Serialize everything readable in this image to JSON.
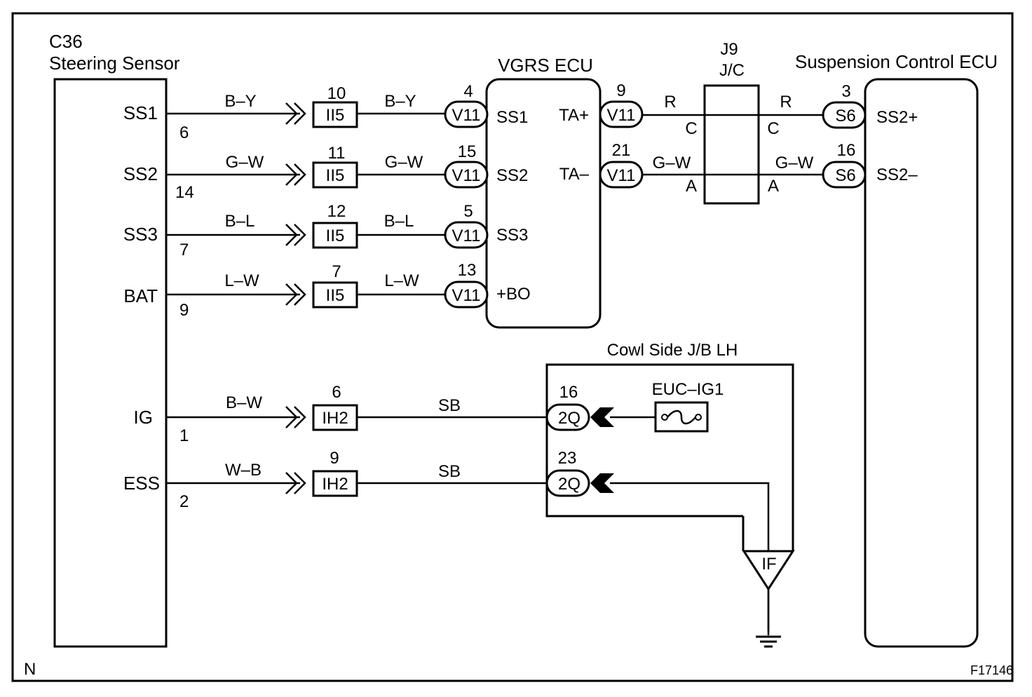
{
  "corner_label": "N",
  "figure_code": "F17146",
  "steering_sensor": {
    "code": "C36",
    "name": "Steering Sensor",
    "pins": [
      {
        "label": "SS1",
        "number": "6"
      },
      {
        "label": "SS2",
        "number": "14"
      },
      {
        "label": "SS3",
        "number": "7"
      },
      {
        "label": "BAT",
        "number": "9"
      },
      {
        "label": "IG",
        "number": "1"
      },
      {
        "label": "ESS",
        "number": "2"
      }
    ]
  },
  "sensor_wires": [
    {
      "color_code": "B–Y",
      "connector": "II5",
      "connector_pin": "10",
      "color_code_out": "B–Y"
    },
    {
      "color_code": "G–W",
      "connector": "II5",
      "connector_pin": "11",
      "color_code_out": "G–W"
    },
    {
      "color_code": "B–L",
      "connector": "II5",
      "connector_pin": "12",
      "color_code_out": "B–L"
    },
    {
      "color_code": "L–W",
      "connector": "II5",
      "connector_pin": "7",
      "color_code_out": "L–W"
    },
    {
      "color_code": "B–W",
      "connector": "IH2",
      "connector_pin": "6",
      "color_code_out": "SB"
    },
    {
      "color_code": "W–B",
      "connector": "IH2",
      "connector_pin": "9",
      "color_code_out": "SB"
    }
  ],
  "vgrs_ecu": {
    "name": "VGRS ECU",
    "inputs": [
      {
        "pin": "4",
        "connector": "V11",
        "terminal": "SS1"
      },
      {
        "pin": "15",
        "connector": "V11",
        "terminal": "SS2"
      },
      {
        "pin": "5",
        "connector": "V11",
        "terminal": "SS3"
      },
      {
        "pin": "13",
        "connector": "V11",
        "terminal": "+BO"
      }
    ],
    "outputs": [
      {
        "pin": "9",
        "connector": "V11",
        "terminal": "TA+",
        "wire_color": "R"
      },
      {
        "pin": "21",
        "connector": "V11",
        "terminal": "TA–",
        "wire_color": "G–W"
      }
    ]
  },
  "junction": {
    "code": "J9",
    "name": "J/C",
    "top_left": "C",
    "top_right": "C",
    "bottom_left": "A",
    "bottom_right": "A"
  },
  "suspension_ecu": {
    "name": "Suspension Control ECU",
    "inputs": [
      {
        "pin": "3",
        "connector": "S6",
        "terminal": "SS2+",
        "wire_color": "R"
      },
      {
        "pin": "16",
        "connector": "S6",
        "terminal": "SS2–",
        "wire_color": "G–W"
      }
    ]
  },
  "cowl_jb": {
    "name": "Cowl Side J/B LH",
    "connectors": [
      {
        "pin": "16",
        "connector": "2Q"
      },
      {
        "pin": "23",
        "connector": "2Q"
      }
    ],
    "fuse": "EUC–IG1",
    "ground_point": "IF"
  }
}
